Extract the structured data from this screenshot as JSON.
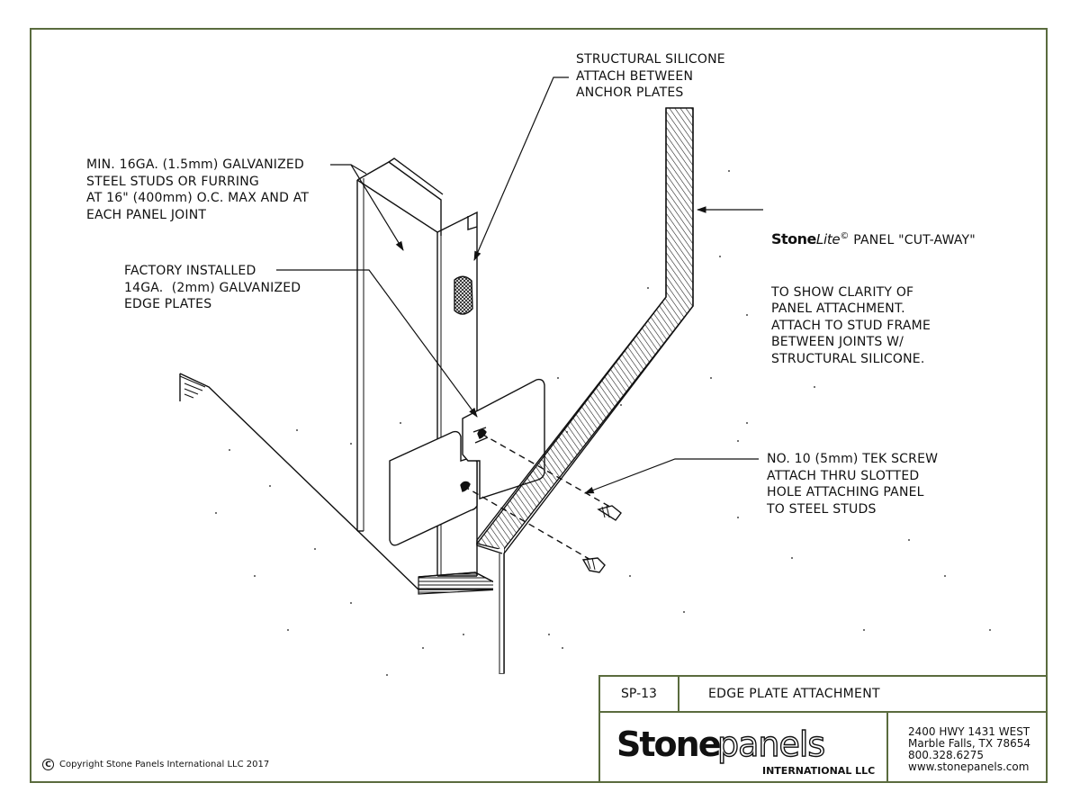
{
  "notes": {
    "silicone": "STRUCTURAL SILICONE\nATTACH BETWEEN\nANCHOR PLATES",
    "studs": "MIN. 16GA. (1.5mm) GALVANIZED\nSTEEL STUDS OR FURRING\nAT 16\" (400mm) O.C. MAX AND AT\nEACH PANEL JOINT",
    "edge_plates": "FACTORY INSTALLED\n14GA.  (2mm) GALVANIZED\nEDGE PLATES",
    "panel_brand_bold": "Stone",
    "panel_brand_light": "Lite",
    "panel_brand_mark": "©",
    "panel_first_line": " PANEL \"CUT-AWAY\"",
    "panel": "TO SHOW CLARITY OF\nPANEL ATTACHMENT.\nATTACH TO STUD FRAME\nBETWEEN JOINTS W/\nSTRUCTURAL SILICONE.",
    "screw": "NO. 10 (5mm) TEK SCREW\nATTACH THRU SLOTTED\nHOLE ATTACHING PANEL\nTO STEEL STUDS"
  },
  "title_block": {
    "sheet": "SP-13",
    "title": "EDGE PLATE ATTACHMENT",
    "logo_bold": "Stone",
    "logo_outline": "panels",
    "logo_sub": "INTERNATIONAL LLC",
    "address": [
      "2400 HWY 1431 WEST",
      "Marble Falls, TX  78654",
      "800.328.6275",
      "www.stonepanels.com"
    ]
  },
  "copyright": {
    "symbol": "C",
    "text": "Copyright Stone Panels International LLC 2017"
  },
  "colors": {
    "border": "#5a6b3e",
    "ink": "#111111"
  }
}
